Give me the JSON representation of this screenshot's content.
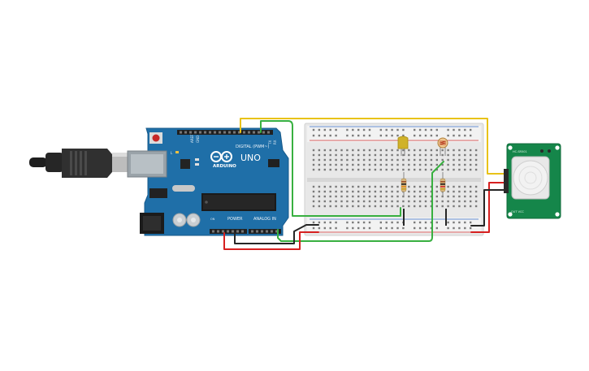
{
  "arduino": {
    "brand_label": "ARDUINO",
    "model_label": "UNO",
    "digital_label": "DIGITAL (PWM~)",
    "power_label": "POWER",
    "analog_label": "ANALOG IN",
    "aref_label": "AREF",
    "gnd_label": "GND",
    "tx_label": "TX",
    "rx_label": "RX",
    "l_label": "L",
    "on_label": "ON",
    "board_color": "#1f6fa8"
  },
  "pir_sensor": {
    "top_label": "HC-SR501",
    "bottom_label": "OUT VCC",
    "board_color": "#15864a"
  },
  "wire_colors": {
    "yellow": "#e8c218",
    "green": "#38b040",
    "red": "#d62020",
    "black": "#262626"
  }
}
